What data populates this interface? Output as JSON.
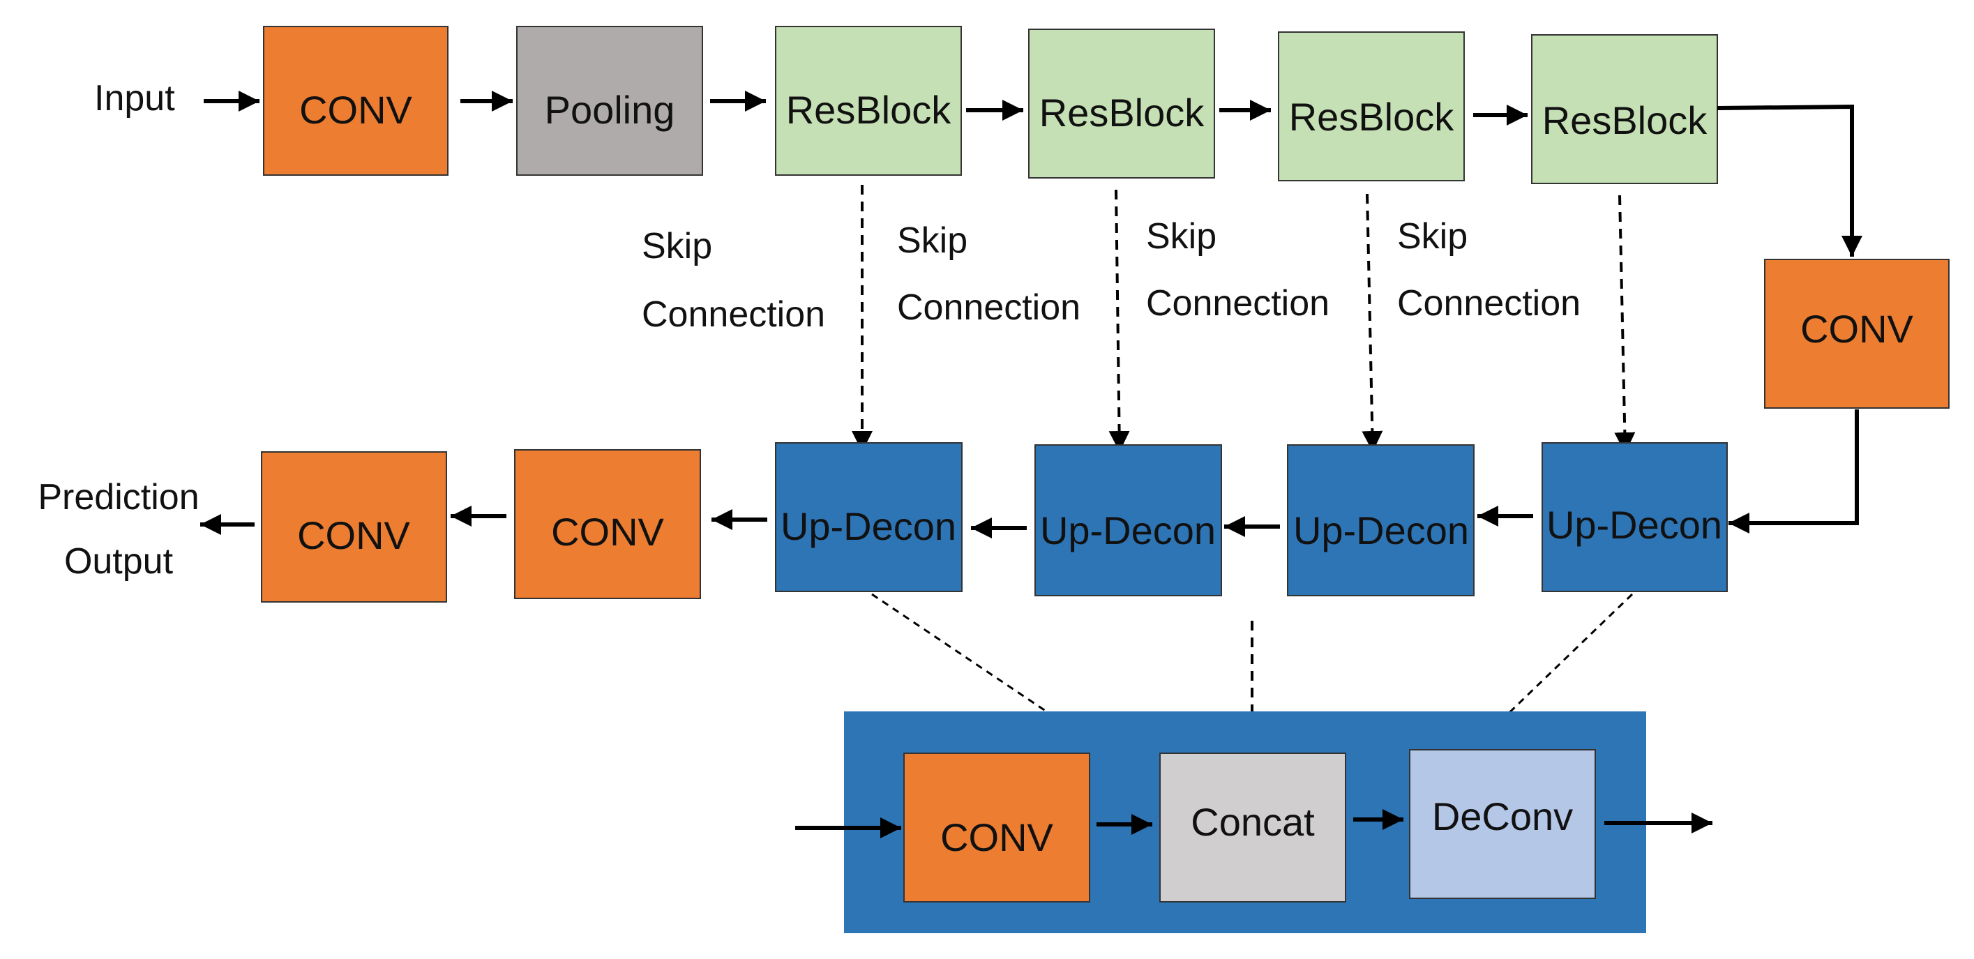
{
  "labels": {
    "input": "Input",
    "prediction_output": [
      "Prediction",
      "Output"
    ],
    "skip_connection": [
      "Skip",
      "Connection"
    ]
  },
  "blocks": {
    "conv": "CONV",
    "pooling": "Pooling",
    "resblock": "ResBlock",
    "up_decon": "Up-Decon",
    "concat": "Concat",
    "deconv": "DeConv"
  },
  "colors": {
    "conv": "#ED7D31",
    "pooling": "#AFABAB",
    "resblock": "#C5E0B4",
    "up_decon": "#2E75B6",
    "detail_panel": "#2E75B6",
    "concat": "#D0CECE",
    "deconv": "#B4C7E7",
    "line": "#000000"
  }
}
